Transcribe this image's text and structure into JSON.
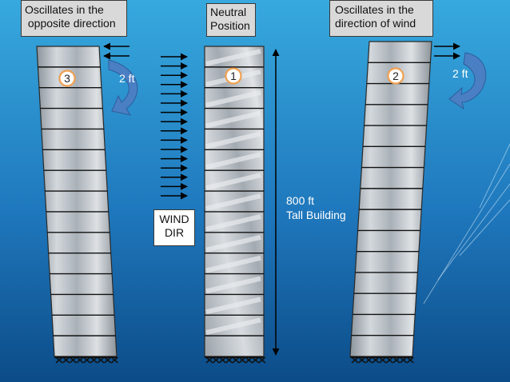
{
  "labels": {
    "left_title": [
      "Oscillates in the",
      " opposite direction"
    ],
    "center_title": [
      "Neutral",
      "Position"
    ],
    "right_title": [
      "Oscillates in the",
      "direction of wind"
    ],
    "wind_dir": [
      "WIND",
      "DIR"
    ],
    "height": [
      "800 ft",
      "Tall Building"
    ],
    "left_offset": "2 ft",
    "right_offset": "2 ft"
  },
  "markers": {
    "left": "3",
    "center": "1",
    "right": "2"
  },
  "colors": {
    "bg_top": "#35a7dc",
    "bg_bottom": "#0d4f8c",
    "label_bg": "#d9d9d9",
    "marker_ring": "#f0a050",
    "curve_arrow": "#4a7fc4"
  },
  "icons": {
    "rotation": "curved-arrow-icon",
    "wind": "right-arrow-icon",
    "ground": "hatched-ground-icon"
  }
}
